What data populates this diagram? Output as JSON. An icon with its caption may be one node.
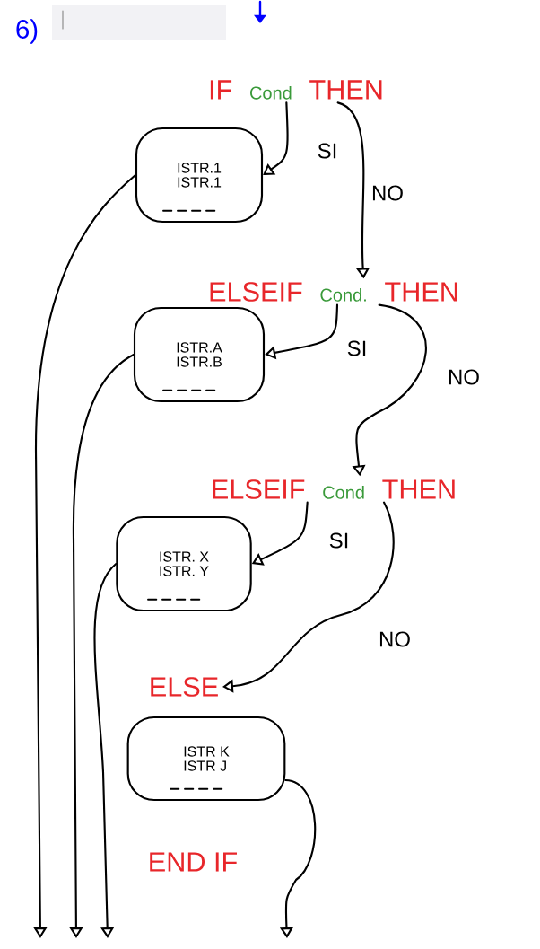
{
  "diagram": {
    "nodes": [
      {
        "text": [
          "IF",
          "Cond",
          "THEN"
        ]
      },
      {
        "text": [
          "ISTR.1",
          "ISTR.1"
        ]
      },
      {
        "text": [
          "ELSEIF",
          "Cond.",
          "THEN"
        ]
      },
      {
        "text": [
          "ISTR.A",
          "ISTR.B"
        ]
      },
      {
        "text": [
          "ELSEIF",
          "Cond",
          "THEN"
        ]
      },
      {
        "text": [
          "ISTR. X",
          "ISTR. Y"
        ]
      },
      {
        "text": [
          "ELSE"
        ]
      },
      {
        "text": [
          "ISTR K",
          "ISTR J"
        ]
      },
      {
        "text": [
          "END IF"
        ]
      }
    ],
    "edges": [
      {
        "from": 0,
        "to": 1,
        "arrow": "to",
        "label": "SI"
      },
      {
        "from": 0,
        "to": 2,
        "arrow": "to",
        "label": "NO"
      },
      {
        "from": 2,
        "to": 3,
        "arrow": "to",
        "label": "SI"
      },
      {
        "from": 2,
        "to": 4,
        "arrow": "to",
        "label": "NO"
      },
      {
        "from": 4,
        "to": 5,
        "arrow": "to",
        "label": "SI"
      },
      {
        "from": 4,
        "to": 6,
        "arrow": "to",
        "label": "NO"
      },
      {
        "from": 1,
        "to": null,
        "arrow": "to"
      },
      {
        "from": 3,
        "to": null,
        "arrow": "to"
      },
      {
        "from": 5,
        "to": null,
        "arrow": "to"
      },
      {
        "from": 7,
        "to": null,
        "arrow": "to"
      }
    ],
    "labels": [
      "6)"
    ]
  }
}
